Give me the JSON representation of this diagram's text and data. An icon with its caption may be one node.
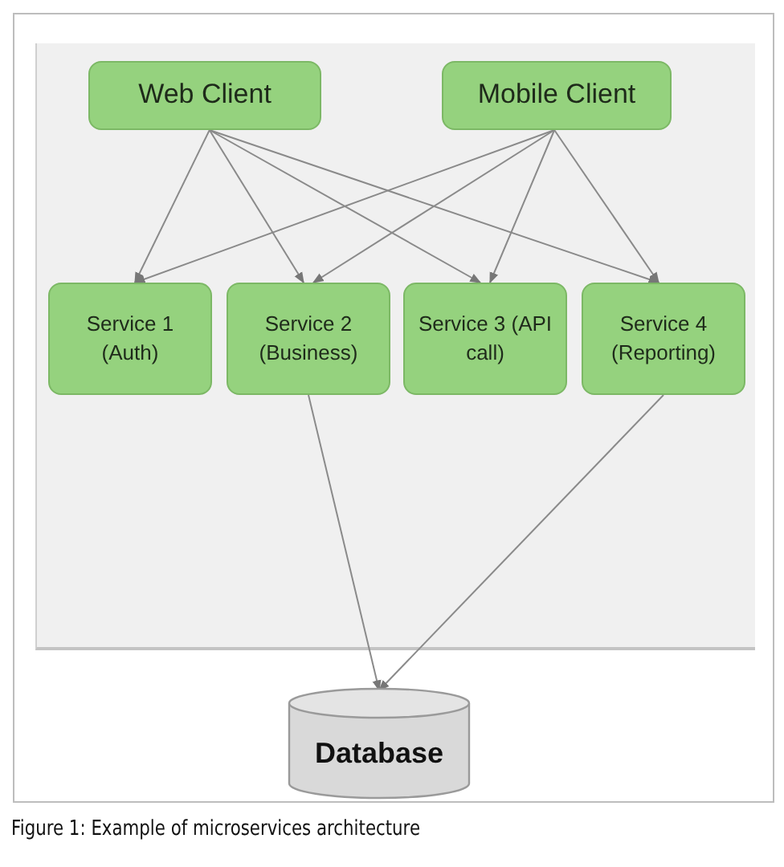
{
  "diagram": {
    "caption": "Figure 1: Example of microservices architecture",
    "nodes": [
      {
        "text": [
          "Web Client"
        ]
      },
      {
        "text": [
          "Mobile Client"
        ]
      },
      {
        "text": [
          "Service 1 (Auth)"
        ]
      },
      {
        "text": [
          "Service 2 (Business)"
        ]
      },
      {
        "text": [
          "Service 3 (API call)"
        ]
      },
      {
        "text": [
          "Service 4 (Reporting)"
        ]
      },
      {
        "text": [
          "Database"
        ]
      }
    ],
    "edges": [
      {
        "from": 0,
        "to": 2,
        "arrow": "to"
      },
      {
        "from": 0,
        "to": 3,
        "arrow": "to"
      },
      {
        "from": 0,
        "to": 4,
        "arrow": "to"
      },
      {
        "from": 0,
        "to": 5,
        "arrow": "to"
      },
      {
        "from": 1,
        "to": 2,
        "arrow": "to"
      },
      {
        "from": 1,
        "to": 3,
        "arrow": "to"
      },
      {
        "from": 1,
        "to": 4,
        "arrow": "to"
      },
      {
        "from": 1,
        "to": 5,
        "arrow": "to"
      },
      {
        "from": 3,
        "to": 6,
        "arrow": "to"
      },
      {
        "from": 5,
        "to": 6,
        "arrow": "to"
      }
    ]
  }
}
